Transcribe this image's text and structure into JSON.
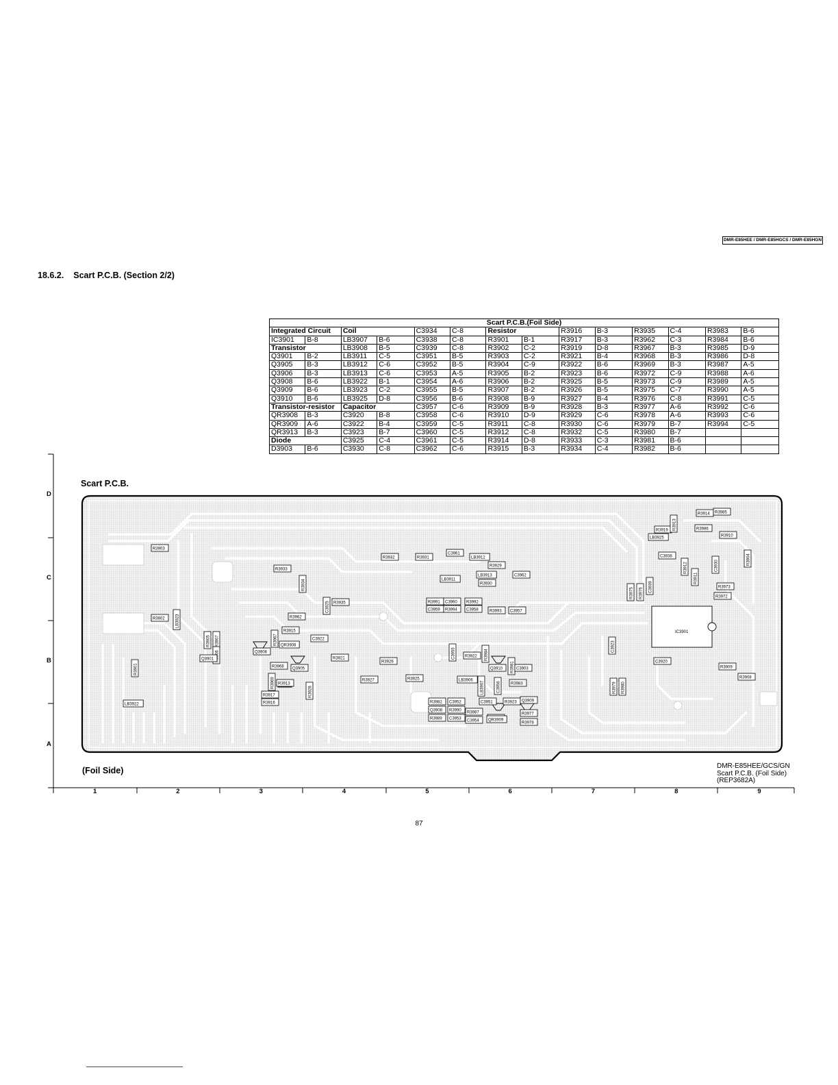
{
  "header": {
    "model_tag": "DMR-E85HEE / DMR-E85HGCS / DMR-E85HGN"
  },
  "section": {
    "number": "18.6.2.",
    "title": "Scart P.C.B. (Section 2/2)"
  },
  "parts_table": {
    "title": "Scart P.C.B.(Foil Side)",
    "rows": [
      [
        "Integrated Circuit",
        "",
        "Coil",
        "",
        "C3934",
        "C-8",
        "Resistor",
        "",
        "R3916",
        "B-3",
        "R3935",
        "C-4",
        "R3983",
        "B-6"
      ],
      [
        "IC3901",
        "B-8",
        "LB3907",
        "B-6",
        "C3938",
        "C-8",
        "R3901",
        "B-1",
        "R3917",
        "B-3",
        "R3962",
        "C-3",
        "R3984",
        "B-6"
      ],
      [
        "Transistor",
        "",
        "LB3908",
        "B-5",
        "C3939",
        "C-8",
        "R3902",
        "C-2",
        "R3919",
        "D-8",
        "R3967",
        "B-3",
        "R3985",
        "D-9"
      ],
      [
        "Q3901",
        "B-2",
        "LB3911",
        "C-5",
        "C3951",
        "B-5",
        "R3903",
        "C-2",
        "R3921",
        "B-4",
        "R3968",
        "B-3",
        "R3986",
        "D-8"
      ],
      [
        "Q3905",
        "B-3",
        "LB3912",
        "C-6",
        "C3952",
        "B-5",
        "R3904",
        "C-9",
        "R3922",
        "B-6",
        "R3969",
        "B-3",
        "R3987",
        "A-5"
      ],
      [
        "Q3906",
        "B-3",
        "LB3913",
        "C-6",
        "C3953",
        "A-5",
        "R3905",
        "B-2",
        "R3923",
        "B-6",
        "R3972",
        "C-9",
        "R3988",
        "A-6"
      ],
      [
        "Q3908",
        "B-6",
        "LB3922",
        "B-1",
        "C3954",
        "A-6",
        "R3906",
        "B-2",
        "R3925",
        "B-5",
        "R3973",
        "C-9",
        "R3989",
        "A-5"
      ],
      [
        "Q3909",
        "B-6",
        "LB3923",
        "C-2",
        "C3955",
        "B-5",
        "R3907",
        "B-2",
        "R3926",
        "B-5",
        "R3975",
        "C-7",
        "R3990",
        "A-5"
      ],
      [
        "Q3910",
        "B-6",
        "LB3925",
        "D-8",
        "C3956",
        "B-6",
        "R3908",
        "B-9",
        "R3927",
        "B-4",
        "R3976",
        "C-8",
        "R3991",
        "C-5"
      ],
      [
        "Transistor-resistor",
        "",
        "Capacitor",
        "",
        "C3957",
        "C-6",
        "R3909",
        "B-9",
        "R3928",
        "B-3",
        "R3977",
        "A-6",
        "R3992",
        "C-6"
      ],
      [
        "QR3908",
        "B-3",
        "C3920",
        "B-8",
        "C3958",
        "C-6",
        "R3910",
        "D-9",
        "R3929",
        "C-6",
        "R3978",
        "A-6",
        "R3993",
        "C-6"
      ],
      [
        "QR3909",
        "A-6",
        "C3922",
        "B-4",
        "C3959",
        "C-5",
        "R3911",
        "C-8",
        "R3930",
        "C-6",
        "R3979",
        "B-7",
        "R3994",
        "C-5"
      ],
      [
        "QR3913",
        "B-3",
        "C3923",
        "B-7",
        "C3960",
        "C-5",
        "R3912",
        "C-8",
        "R3932",
        "C-5",
        "R3980",
        "B-7",
        "",
        ""
      ],
      [
        "Diode",
        "",
        "C3925",
        "C-4",
        "C3961",
        "C-5",
        "R3914",
        "D-8",
        "R3933",
        "C-3",
        "R3981",
        "B-6",
        "",
        ""
      ],
      [
        "D3903",
        "B-6",
        "C3930",
        "C-8",
        "C3962",
        "C-6",
        "R3915",
        "B-3",
        "R3934",
        "C-4",
        "R3982",
        "B-6",
        "",
        ""
      ]
    ]
  },
  "diagram": {
    "title": "Scart P.C.B.",
    "side_label": "(Foil Side)",
    "model_note": [
      "DMR-E85HEE/GCS/GN",
      "Scart P.C.B. (Foil Side)",
      "(REP3682A)"
    ],
    "row_labels": [
      "D",
      "C",
      "B",
      "A"
    ],
    "col_labels": [
      "1",
      "2",
      "3",
      "4",
      "5",
      "6",
      "7",
      "8",
      "9"
    ],
    "ic_label": "IC3901",
    "components": [
      "R3903",
      "R3933",
      "R3934",
      "C3925",
      "R3935",
      "R3902",
      "LB3923",
      "R3932",
      "R3931",
      "C3961",
      "LB3912",
      "R3929",
      "LB3913",
      "C3962",
      "LB3911",
      "R3930",
      "R3991",
      "C3960",
      "R3992",
      "C3959",
      "R3994",
      "C3958",
      "R3993",
      "C3957",
      "R3905",
      "R3907",
      "R3906",
      "Q3901",
      "Q3906",
      "R3967",
      "R3915",
      "QR3908",
      "R3962",
      "C3922",
      "R3968",
      "Q3905",
      "R3969",
      "R3913",
      "R3917",
      "R3916",
      "R3928",
      "R3921",
      "R3926",
      "R3927",
      "R3925",
      "C3955",
      "R3922",
      "R3984",
      "Q3910",
      "R3981",
      "C3903",
      "LB3906",
      "LB3907",
      "C3956",
      "R3983",
      "R3982",
      "C3952",
      "C3951",
      "R3923",
      "Q3909",
      "Q3908",
      "R3990",
      "R3987",
      "R3989",
      "C3953",
      "C3954",
      "R3988",
      "QR3909",
      "R3977",
      "R3978",
      "R3901",
      "LB3922",
      "R3914",
      "R3985",
      "R3919",
      "LB3925",
      "R3913",
      "R3986",
      "R3910",
      "C3938",
      "R3912",
      "R3911",
      "C3930",
      "R3904",
      "R3975",
      "R3976",
      "C3939",
      "R3973",
      "R3972",
      "C3923",
      "C3920",
      "R3909",
      "R3908",
      "R3979",
      "R3980"
    ]
  },
  "page": {
    "number": "87"
  }
}
